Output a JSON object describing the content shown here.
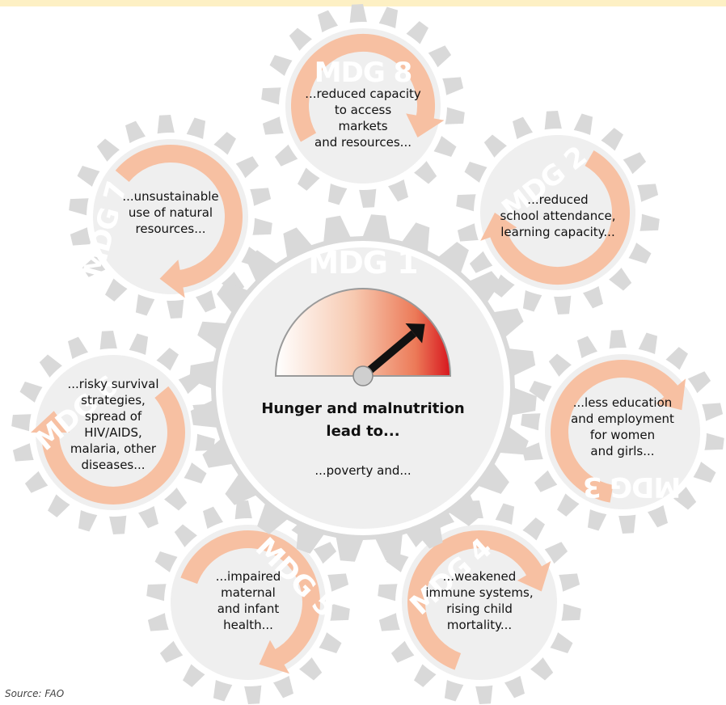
{
  "center": {
    "mdg_label": "MDG 1",
    "headline_lines": [
      "Hunger and malnutrition",
      "lead to..."
    ],
    "subline": "...poverty and..."
  },
  "gears": [
    {
      "id": "mdg8",
      "mdg_label": "MDG 8",
      "lines": [
        "...reduced capacity",
        "to access",
        "markets",
        "and resources..."
      ]
    },
    {
      "id": "mdg2",
      "mdg_label": "MDG 2",
      "lines": [
        "...reduced",
        "school attendance,",
        "learning capacity..."
      ]
    },
    {
      "id": "mdg3",
      "mdg_label": "MDG 3",
      "lines": [
        "...less education",
        "and employment",
        "for women",
        "and girls..."
      ]
    },
    {
      "id": "mdg4",
      "mdg_label": "MDG 4",
      "lines": [
        "...weakened",
        "immune systems,",
        "rising child",
        "mortality..."
      ]
    },
    {
      "id": "mdg5",
      "mdg_label": "MDG 5",
      "lines": [
        "...impaired",
        "maternal",
        "and infant",
        "health..."
      ]
    },
    {
      "id": "mdg6",
      "mdg_label": "MDG 6",
      "lines": [
        "...risky survival",
        "strategies,",
        "spread of",
        "HIV/AIDS,",
        "malaria, other",
        "diseases..."
      ]
    },
    {
      "id": "mdg7",
      "mdg_label": "MDG 7",
      "lines": [
        "...unsustainable",
        "use of natural",
        "resources..."
      ]
    }
  ],
  "source": "Source: FAO",
  "colors": {
    "gear_teeth": "#d9d9d9",
    "gear_face": "#efefef",
    "arrow": "#f7c0a2",
    "gauge_hot": "#d7161e",
    "needle": "#111111"
  }
}
